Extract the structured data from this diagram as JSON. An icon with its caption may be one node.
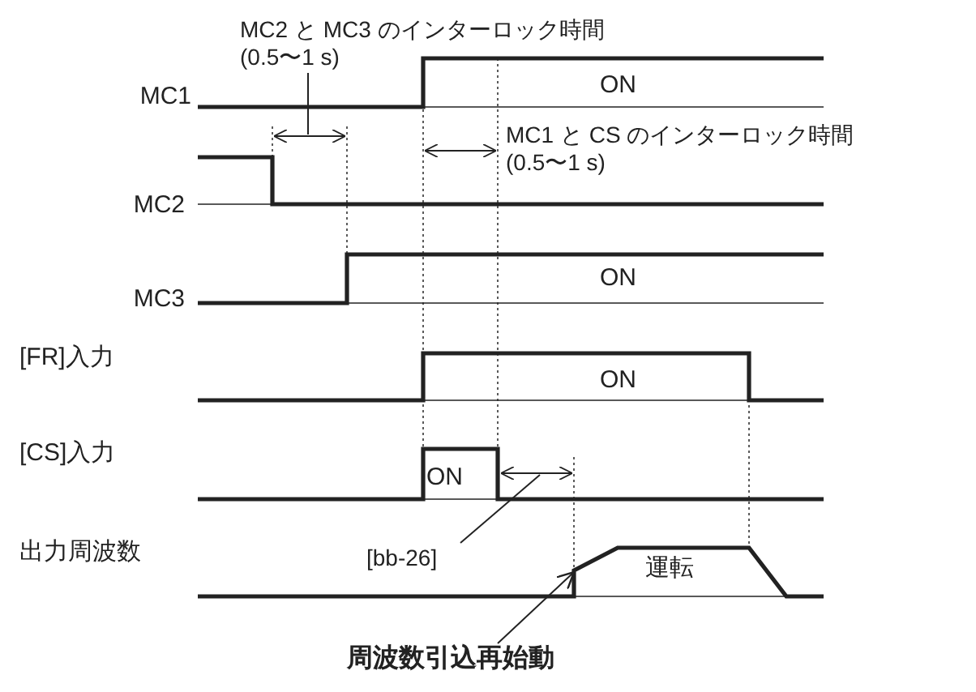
{
  "diagram": {
    "nodes": [
      {
        "text": [
          "MC2 と MC3 のインターロック時間 (0.5〜1 s)"
        ]
      },
      {
        "text": [
          "[bb-26]"
        ]
      },
      {
        "text": [
          "周波数引込再始動"
        ]
      }
    ],
    "edges": [
      {
        "from": 0,
        "to": null,
        "arrow": "none"
      },
      {
        "from": 1,
        "to": null,
        "arrow": "none"
      },
      {
        "from": 2,
        "to": null,
        "arrow": "to"
      }
    ],
    "labels": [
      "MC1",
      "ON",
      "MC1 と CS のインターロック時間 (0.5〜1 s)",
      "MC2",
      "MC3",
      "ON",
      "[FR]入力",
      "ON",
      "[CS]入力",
      "ON",
      "出力周波数",
      "運転"
    ]
  }
}
